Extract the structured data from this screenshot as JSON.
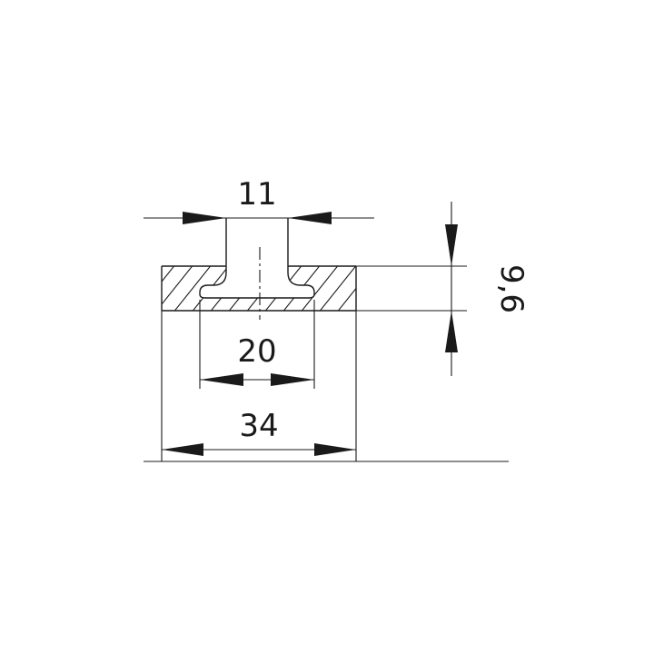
{
  "drawing": {
    "dimensions": {
      "slot_width": "11",
      "head_width": "20",
      "overall_width": "34",
      "height": "9,6"
    }
  }
}
